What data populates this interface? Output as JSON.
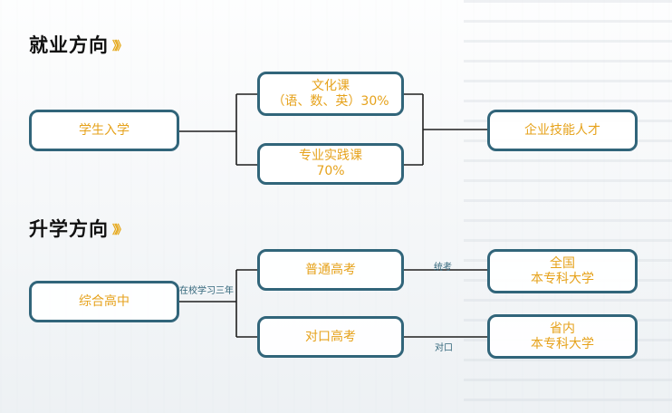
{
  "sections": {
    "employment": {
      "title": "就业方向",
      "chev": "》》"
    },
    "further_study": {
      "title": "升学方向",
      "chev": "》》"
    }
  },
  "employment": {
    "start": "学生入学",
    "culture": "文化课\n（语、数、英）30%",
    "practice": "专业实践课\n70%",
    "end": "企业技能人才"
  },
  "further": {
    "start": "综合高中",
    "path_label": "在校学习三年",
    "general_exam": "普通高考",
    "general_label": "统考",
    "general_result": "全国\n本专科大学",
    "vocational_exam": "对口高考",
    "vocational_label": "对口",
    "vocational_result": "省内\n本专科大学"
  },
  "colors": {
    "border": "#31657a",
    "text_accent": "#e6a21b",
    "heading": "#111111"
  }
}
